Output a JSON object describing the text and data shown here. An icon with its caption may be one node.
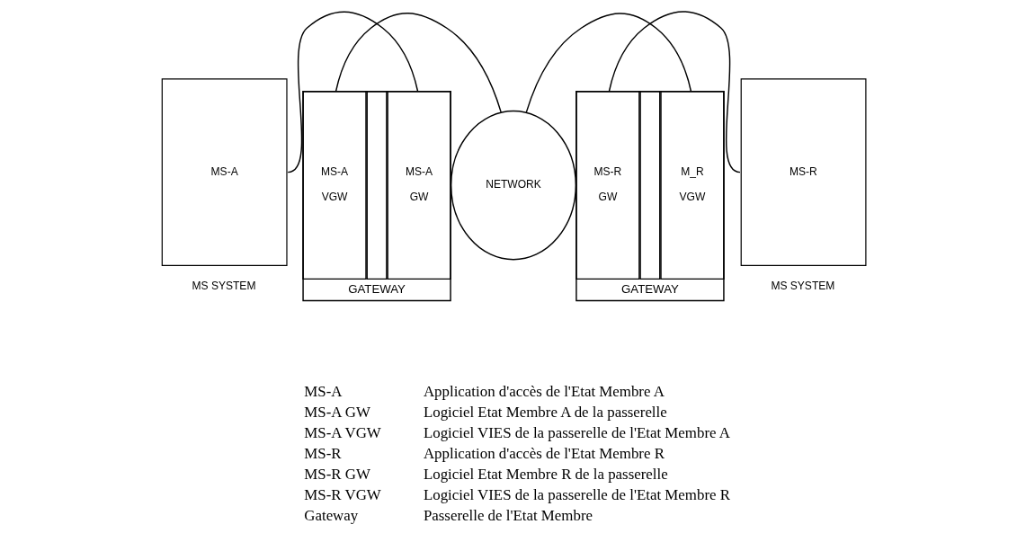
{
  "diagram": {
    "nodes": [
      {
        "text": [
          "MS-A"
        ],
        "beside": [
          "MS SYSTEM"
        ]
      },
      {
        "text": [
          "GATEWAY"
        ]
      },
      {
        "text": [
          "MS-A GW"
        ],
        "in": 1
      },
      {
        "text": [],
        "shape": "box",
        "in": 1
      },
      {
        "text": [
          "MS-A VGW"
        ],
        "in": 1
      },
      {
        "text": [
          "NETWORK"
        ]
      },
      {
        "text": [
          "GATEWAY"
        ]
      },
      {
        "text": [
          "M_R VGW"
        ],
        "in": 6
      },
      {
        "text": [],
        "shape": "box",
        "in": 6
      },
      {
        "text": [
          "MS-R GW"
        ],
        "in": 6
      },
      {
        "text": [
          "MS-R"
        ],
        "beside": [
          "MS SYSTEM"
        ]
      }
    ],
    "edges": [
      {
        "from": 0,
        "to": 2,
        "arrow": "none"
      },
      {
        "from": 4,
        "to": 5,
        "arrow": "none"
      },
      {
        "from": 5,
        "to": 7,
        "arrow": "none"
      },
      {
        "from": 9,
        "to": 10,
        "arrow": "none"
      }
    ],
    "labels": [
      "MS-A",
      "Application d'accès de l'Etat Membre A",
      "MS-A GW",
      "Logiciel Etat Membre A de la passerelle",
      "MS-A VGW",
      "Logiciel VIES de la passerelle de l'Etat Membre A",
      "MS-R",
      "Application d'accès de l'Etat Membre R",
      "MS-R GW",
      "Logiciel Etat Membre R de la passerelle",
      "MS-R VGW",
      "Logiciel VIES de la passerelle de l'Etat Membre R",
      "Gateway",
      "Passerelle de l'Etat Membre"
    ]
  }
}
